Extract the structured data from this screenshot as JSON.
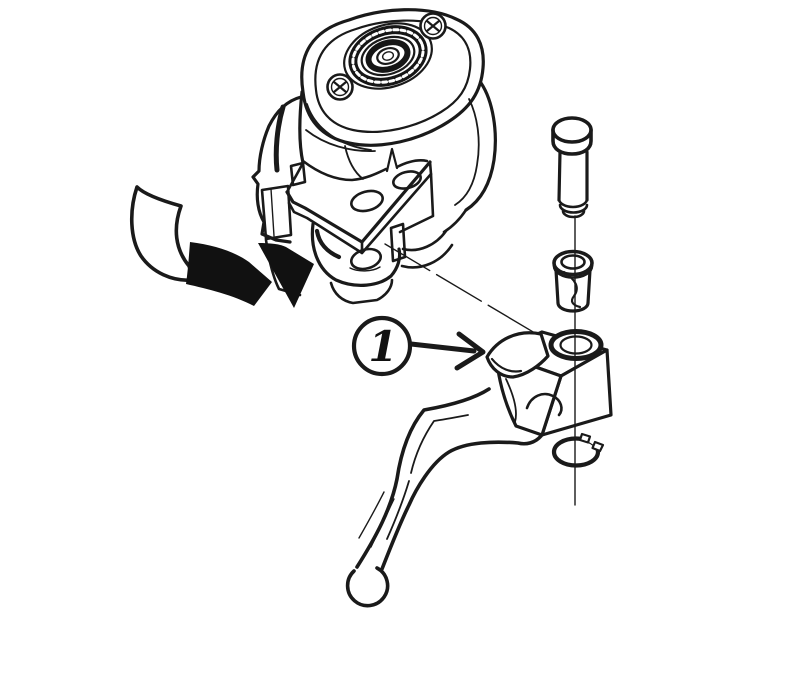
{
  "diagram": {
    "kind": "exploded-parts-line-drawing",
    "callout": {
      "label": "1"
    },
    "colors": {
      "background": "#ffffff",
      "line": "#1a1a1a",
      "arrow_fill": "#111111"
    },
    "icons": [
      "master-cylinder-illustration",
      "reservoir-cap-illustration",
      "cap-screw-icon",
      "lever-bracket-illustration",
      "direction-arrow-icon",
      "pivot-pin-illustration",
      "pivot-boot-illustration",
      "brake-lever-illustration",
      "circlip-illustration",
      "callout-arrow-icon"
    ]
  }
}
